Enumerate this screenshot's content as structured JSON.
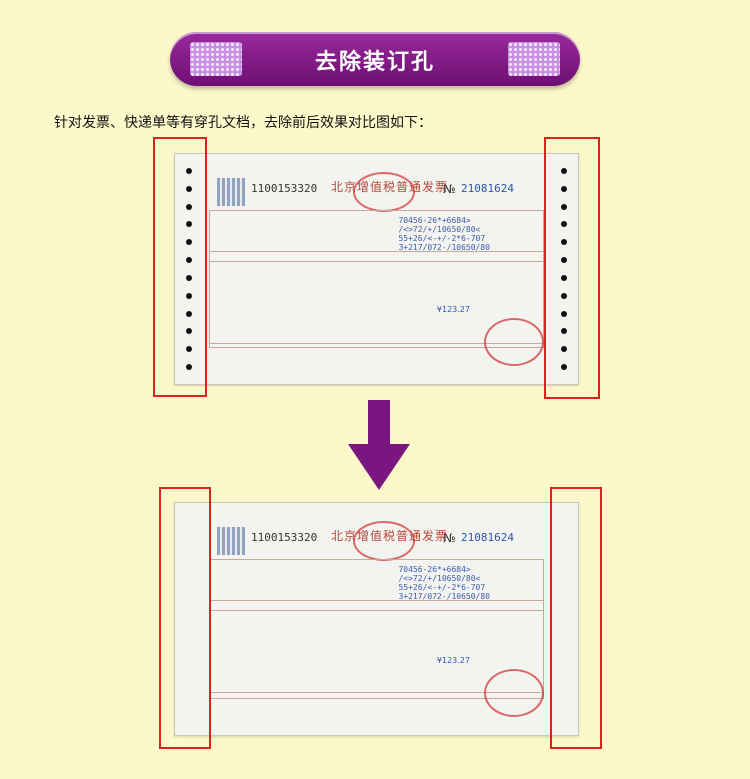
{
  "banner": {
    "title": "去除装订孔"
  },
  "intro_text": "针对发票、快递单等有穿孔文档，去除前后效果对比图如下：",
  "invoice": {
    "serial": "1100153320",
    "title": "北京增值税普通发票",
    "no_label": "№",
    "number": "21081624",
    "code_lines": [
      "70456-26*+6684>",
      "/<>72/+/10650/80<",
      "55+26/<-+/-2*6-707",
      "3+217/072-/10650/80"
    ],
    "total": "¥123.27"
  },
  "colors": {
    "background": "#fdf8c9",
    "banner": "#7a167f",
    "frame": "#e0201f",
    "arrow": "#7a167f"
  }
}
